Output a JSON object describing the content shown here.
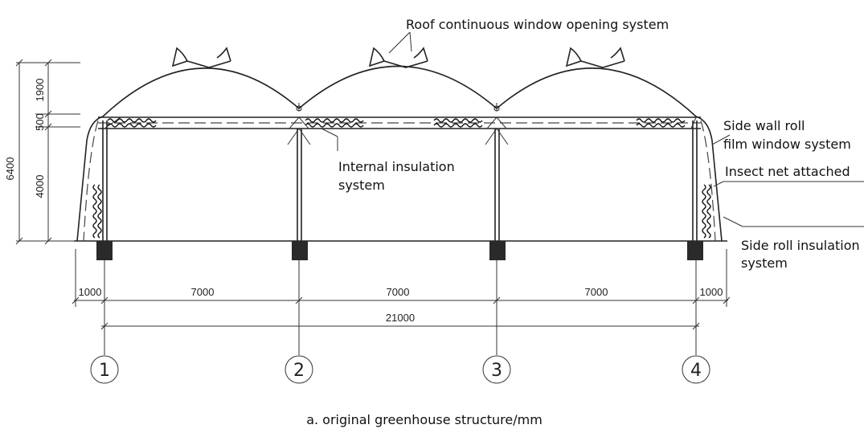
{
  "labels": {
    "roof_window": "Roof continuous window opening system",
    "side_wall_line1": "Side wall roll",
    "side_wall_line2": "film window system",
    "insect_net": "Insect net attached",
    "internal_insulation_line1": "Internal insulation",
    "internal_insulation_line2": "system",
    "side_roll_line1": "Side roll insulation",
    "side_roll_line2": "system"
  },
  "dimensions": {
    "vertical": {
      "total": "6400",
      "segments": [
        "1900",
        "500",
        "4000"
      ]
    },
    "horizontal": {
      "segments": [
        "1000",
        "7000",
        "7000",
        "7000",
        "1000"
      ],
      "total": "21000"
    }
  },
  "axes": [
    "1",
    "2",
    "3",
    "4"
  ],
  "caption": "a. original greenhouse structure/mm"
}
